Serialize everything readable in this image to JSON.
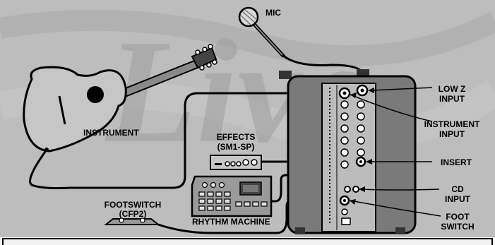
{
  "watermark": "Live",
  "labels": {
    "mic": "MIC",
    "instrument": "INSTRUMENT",
    "effects_line1": "EFFECTS",
    "effects_line2": "(SM1-SP)",
    "rhythm_machine": "RHYTHM MACHINE",
    "footswitch_line1": "FOOTSWITCH",
    "footswitch_line2": "(CFP2)",
    "low_z_line1": "LOW Z",
    "low_z_line2": "INPUT",
    "instrument_input_line1": "INSTRUMENT",
    "instrument_input_line2": "INPUT",
    "insert": "INSERT",
    "cd_line1": "CD",
    "cd_line2": "INPUT",
    "foot_switch_line1": "FOOT",
    "foot_switch_line2": "SWITCH"
  },
  "colors": {
    "background": "#bdbdbd",
    "amp_body": "#7a7a7a",
    "panel": "#bcbcbc",
    "guitar_body": "#c6c6c6",
    "ink": "#000000",
    "bottom_panel": "#f2f2f2"
  }
}
